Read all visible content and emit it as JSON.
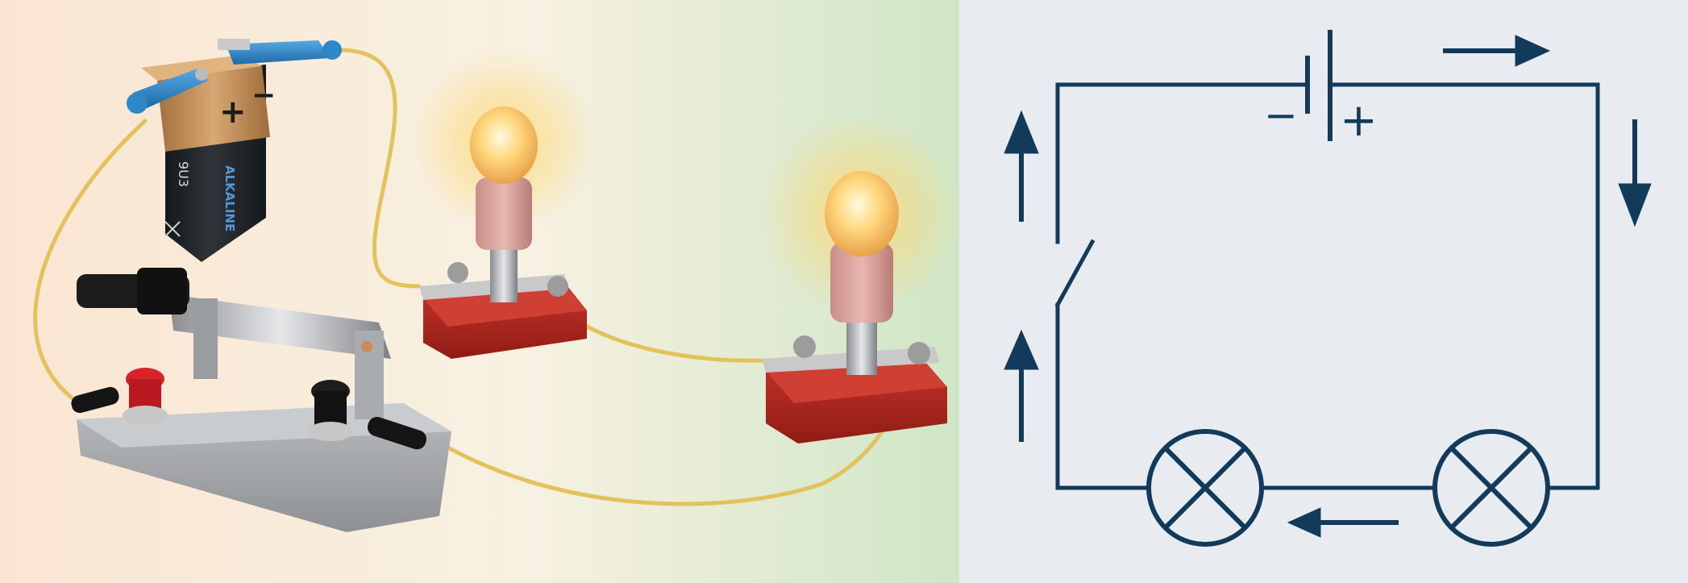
{
  "photo": {
    "battery": {
      "plus_sign": "+",
      "minus_sign": "−",
      "model_code": "9U3",
      "brand_text": "ALKALINE",
      "top_color": "#c4935a",
      "body_color": "#1f2327"
    },
    "colors": {
      "wire": "#e3c25c",
      "clip": "#2f86c8",
      "lamp_base": "#b8271d",
      "switch_base": "#a5a8ab",
      "bulb_glow": "#ffd56a",
      "background_left": "#fbe5d2",
      "background_right": "#cfe6c6"
    }
  },
  "circuit": {
    "battery_minus": "−",
    "battery_plus": "+",
    "line_color": "#123a5a",
    "background_color": "#e8ebef",
    "current_direction": "clockwise"
  }
}
